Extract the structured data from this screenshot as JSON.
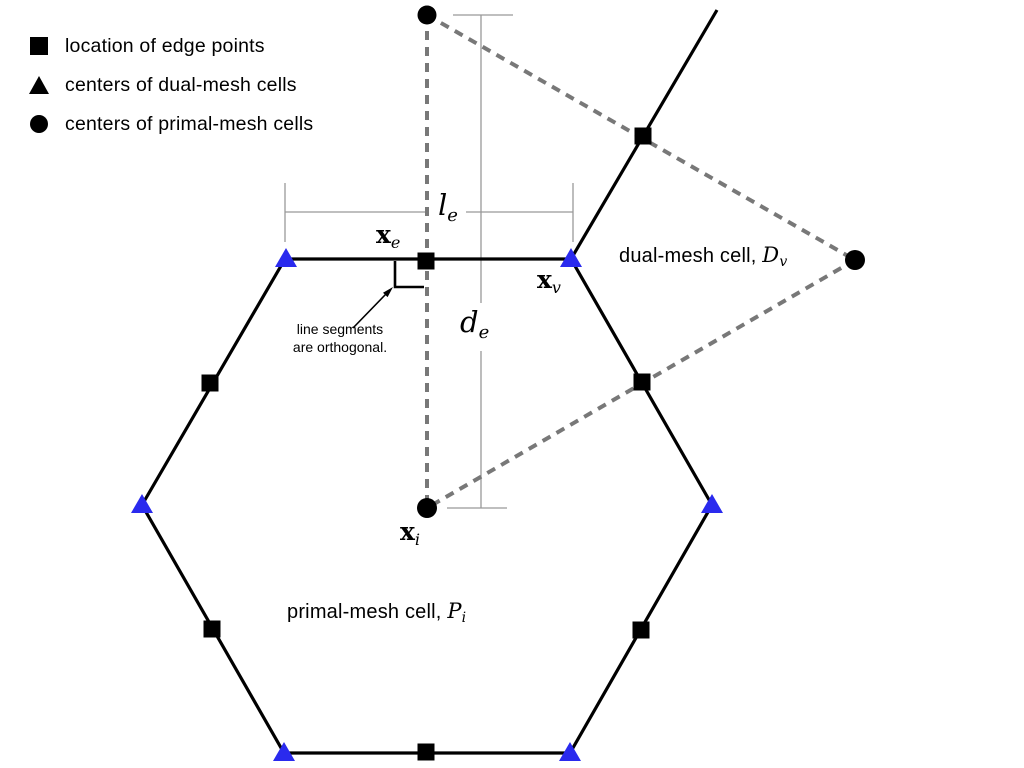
{
  "legend": {
    "items": [
      {
        "icon": "edge-point-square-marker",
        "label": "location of edge points"
      },
      {
        "icon": "dual-mesh-triangle-marker",
        "label": "centers of dual-mesh cells"
      },
      {
        "icon": "primal-mesh-circle-marker",
        "label": "centers of primal-mesh cells"
      }
    ]
  },
  "diagram": {
    "note": {
      "line1": "line segments",
      "line2": "are orthogonal."
    },
    "labels": {
      "xe": {
        "base": "x",
        "sub": "e"
      },
      "xv": {
        "base": "x",
        "sub": "v"
      },
      "xi": {
        "base": "x",
        "sub": "i"
      },
      "le": {
        "base": "l",
        "sub": "e"
      },
      "de": {
        "base": "d",
        "sub": "e"
      },
      "dual_cell": {
        "text": "dual-mesh cell,",
        "base": "D",
        "sub": "v"
      },
      "primal_cell": {
        "text": "primal-mesh cell,",
        "base": "P",
        "sub": "i"
      }
    },
    "colors": {
      "vertex_triangle": "#2a2aee",
      "edge_line": "#000000",
      "dual_dashed": "#787878",
      "measure_line": "#999999"
    }
  }
}
